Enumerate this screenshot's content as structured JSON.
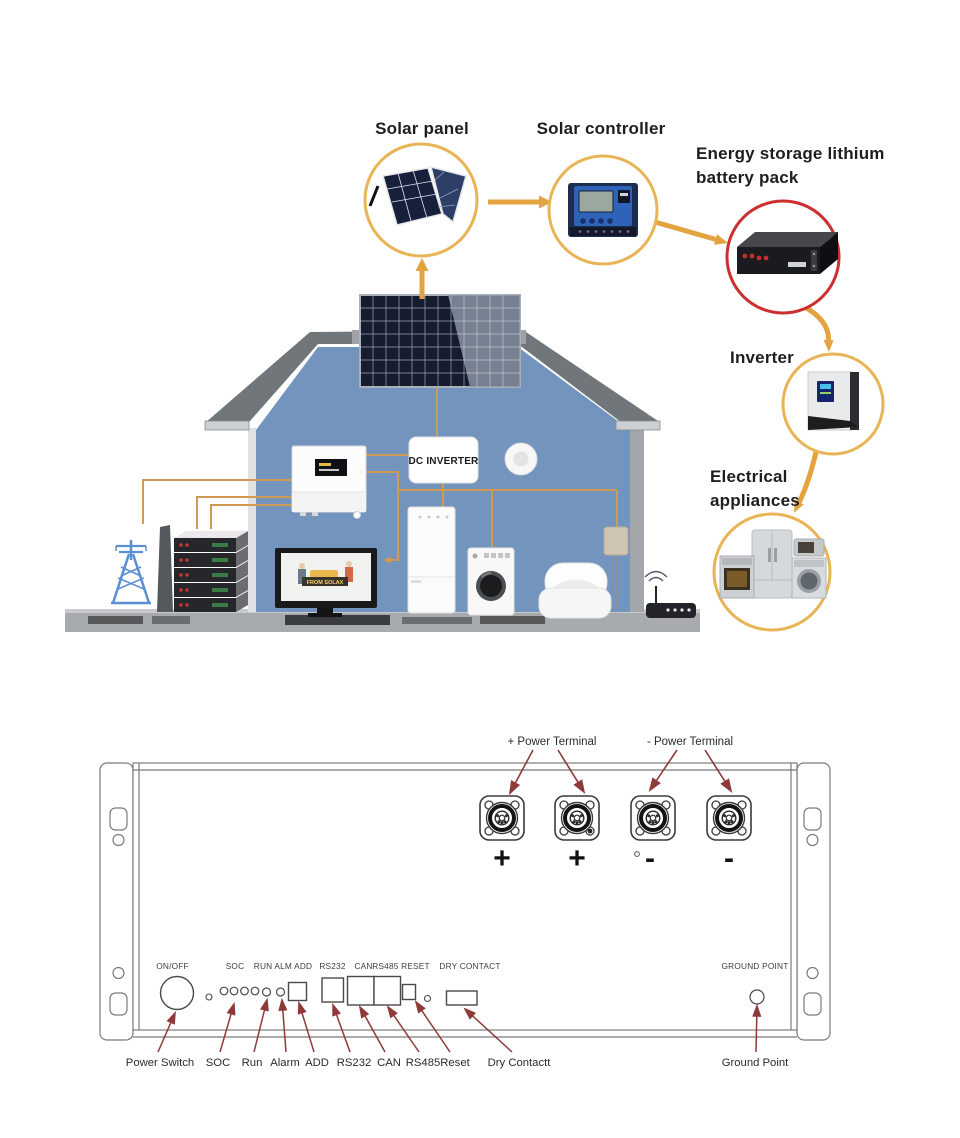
{
  "diagram": {
    "solar_panel_label": "Solar panel",
    "solar_controller_label": "Solar controller",
    "battery_label_line1": "Energy storage lithium",
    "battery_label_line2": "battery pack",
    "inverter_label": "Inverter",
    "appliances_label_line1": "Electrical",
    "appliances_label_line2": "appliances",
    "dc_inverter_label": "DC INVERTER",
    "tv_text": "FROM SOLAX"
  },
  "panel": {
    "plus_terminal_label": "+ Power Terminal",
    "minus_terminal_label": "- Power Terminal",
    "signs": [
      "+",
      "+",
      "-",
      "-"
    ],
    "top_labels": {
      "on_off": "ON/OFF",
      "soc": "SOC",
      "run_alm_add": "RUN ALM ADD",
      "rs232": "RS232",
      "can": "CAN",
      "rs485_reset": "RS485 RESET",
      "dry_contact": "DRY CONTACT",
      "ground_point": "GROUND POINT"
    },
    "bottom_labels": {
      "power_switch": "Power Switch",
      "soc": "SOC",
      "run": "Run",
      "alarm": "Alarm",
      "add": "ADD",
      "rs232": "RS232",
      "can": "CAN",
      "rs485": "RS485",
      "reset": "Reset",
      "dry_contact": "Dry Contactt",
      "ground_point": "Ground Point"
    }
  },
  "colors": {
    "circle_orange": "#e9b455",
    "circle_red": "#cc2f2f",
    "arrow_orange": "#e3a33f",
    "wire_orange": "#cf9a52",
    "arrow_maroon": "#8e3a3a",
    "house_blue": "#7394bd",
    "roof_gray": "#71767b"
  }
}
